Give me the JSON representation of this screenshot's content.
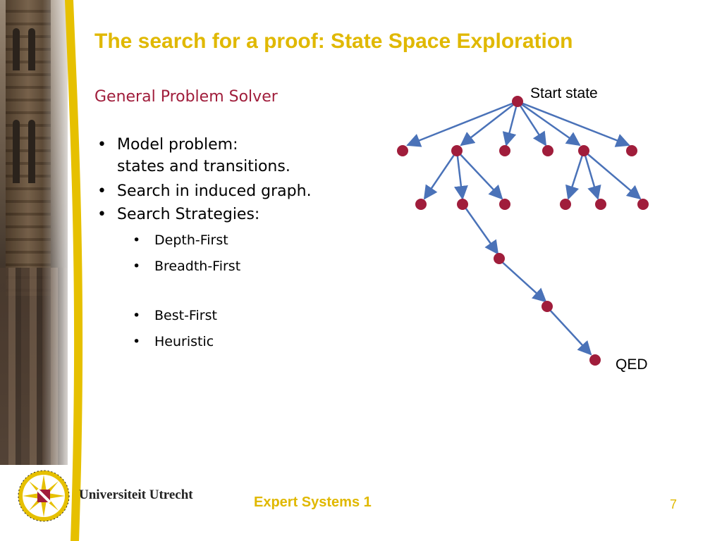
{
  "slide": {
    "title": "The search for a proof: State Space Exploration",
    "subtitle": "General Problem Solver",
    "bullets": [
      {
        "line1": "Model problem:",
        "line2": "states and transitions."
      },
      {
        "line1": "Search in induced graph."
      },
      {
        "line1": "Search Strategies:"
      }
    ],
    "sub_bullets": [
      "Depth-First",
      "Breadth-First",
      "Best-First",
      "Heuristic"
    ],
    "bullet_glyph": "•"
  },
  "diagram": {
    "start_label": "Start state",
    "goal_label": "QED",
    "node_color": "#a01d3b",
    "edge_color": "#4a72b8"
  },
  "footer": {
    "university": "Universiteit Utrecht",
    "course": "Expert Systems 1",
    "page_number": "7"
  },
  "colors": {
    "title": "#e0b800",
    "subtitle": "#a01d3b",
    "accent_gold": "#e6c000"
  }
}
